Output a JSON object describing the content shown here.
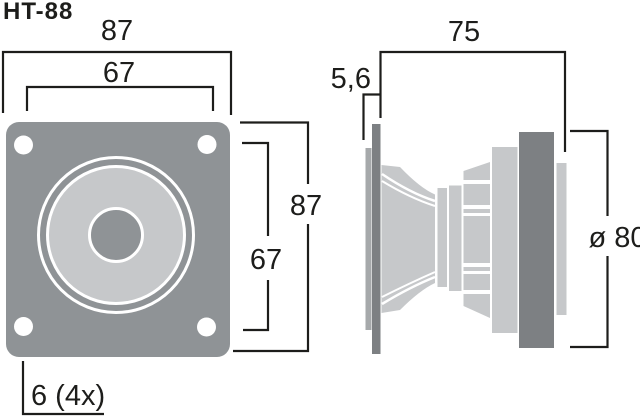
{
  "title": "HT-88",
  "colors": {
    "plate": "#8F9396",
    "light": "#C6C8CA",
    "mid": "#A6A9AB",
    "dark": "#7D8083",
    "line": "#1D1D1B",
    "hole": "#FFFFFF",
    "background": "#FFFFFF"
  },
  "front_view": {
    "width_label": "87",
    "inner_width_label": "67",
    "height_label": "87",
    "inner_height_label": "67",
    "hole_label": "6 (4x)"
  },
  "side_view": {
    "depth_label": "75",
    "flange_label": "5,6",
    "diameter_label": "ø 80"
  }
}
